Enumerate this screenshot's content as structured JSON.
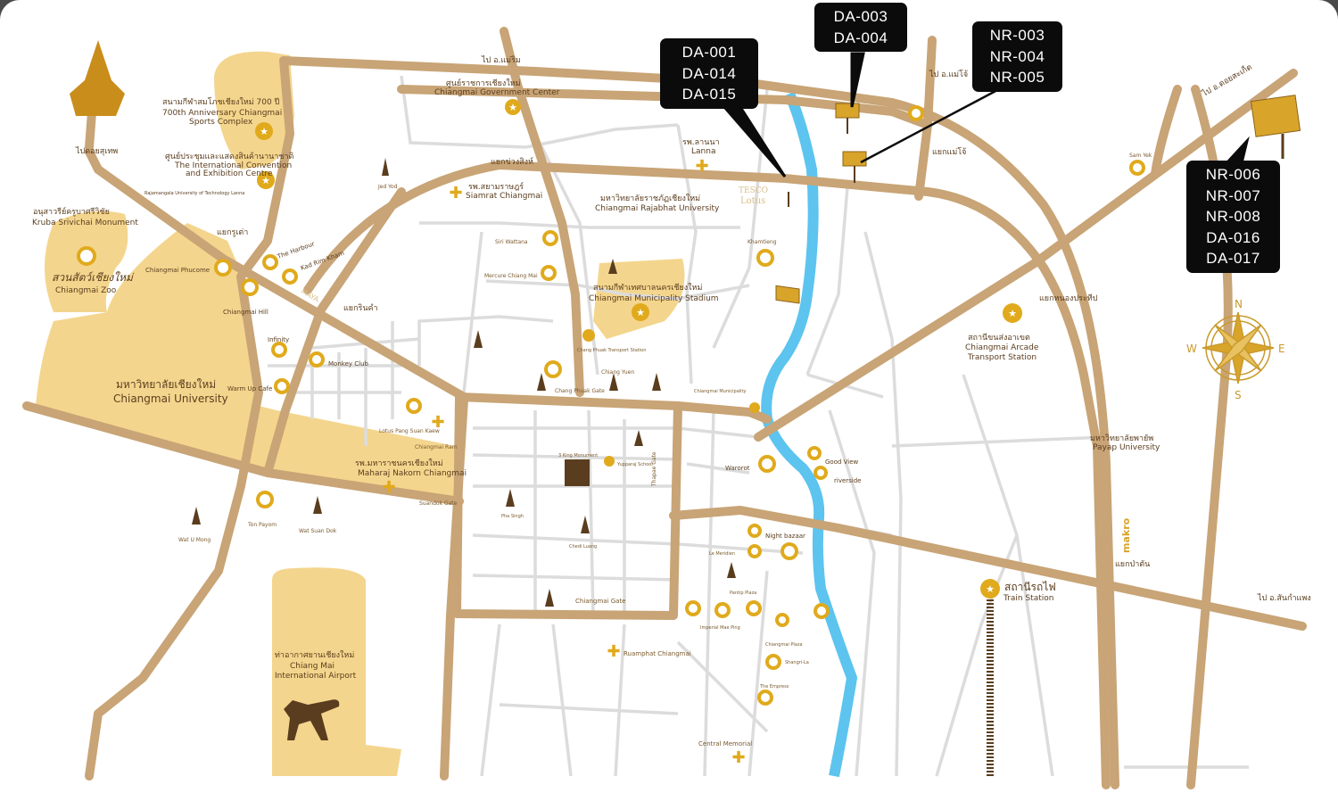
{
  "callouts": [
    {
      "codes": [
        "DA-001",
        "DA-014",
        "DA-015"
      ]
    },
    {
      "codes": [
        "DA-003",
        "DA-004"
      ]
    },
    {
      "codes": [
        "NR-003",
        "NR-004",
        "NR-005"
      ]
    },
    {
      "codes": [
        "NR-006",
        "NR-007",
        "NR-008",
        "DA-016",
        "DA-017"
      ]
    }
  ],
  "compass": {
    "n": "N",
    "s": "S",
    "e": "E",
    "w": "W"
  },
  "directions": {
    "doi_suthep": "ไปดอยสุเทพ",
    "mae_rim": "ไป อ.แม่ริม",
    "mae_jo": "ไป อ.แม่โจ้",
    "doi_saket": "ไป อ.ดอยสะเก็ด",
    "san_kamphaeng": "ไป อ.สันกำแพง"
  },
  "intersections": {
    "rin_kham": "แยกรินคำ",
    "huay_kaew": "แยกรูเต่า",
    "khuang_sing": "แยกข่วงสิงห์",
    "mae_ping": "แยกแม่โจ้",
    "ka_sak": "แยกหนองประทีป",
    "pong_noi": "แยกป่าตัน"
  },
  "places": {
    "kruba": {
      "th": "อนุสาวรีย์ครูบาศรีวิชัย",
      "en": "Kruba Srivichai Monument"
    },
    "zoo": {
      "th": "สวนสัตว์เชียงใหม่",
      "en": "Chiangmai Zoo"
    },
    "cmu": {
      "th": "มหาวิทยาลัยเชียงใหม่",
      "en": "Chiangmai University"
    },
    "sports": {
      "th": "สนามกีฬาสมโภชเชียงใหม่ 700 ปี",
      "en1": "700th Anniversary Chiangmai",
      "en2": "Sports Complex"
    },
    "convention": {
      "th": "ศูนย์ประชุมและแสดงสินค้านานาชาติ",
      "en1": "The International Convention",
      "en2": "and Exhibition Centre"
    },
    "rmutl": {
      "en": "Rajamangala University of Technology Lanna"
    },
    "government": {
      "th": "ศูนย์ราชการเชียงใหม่",
      "en": "Chiangmai Government Center"
    },
    "siamrat": {
      "th": "รพ.สยามราษฎร์",
      "en": "Siamrat Chiangmai"
    },
    "rajabhat": {
      "th": "มหาวิทยาลัยราชภัฏเชียงใหม่",
      "en": "Chiangmai Rajabhat University"
    },
    "lanna": {
      "th": "รพ.ลานนา",
      "en": "Lanna"
    },
    "tesco": {
      "en1": "TESCO",
      "en2": "Lotus"
    },
    "stadium": {
      "th": "สนามกีฬาเทศบาลนครเชียงใหม่",
      "en": "Chiangmai Municipality Stadium"
    },
    "siri": {
      "en": "Siri Wattana"
    },
    "mercure": {
      "en": "Mercure Chiang Mai"
    },
    "khamtieng": {
      "en": "Khamtieng"
    },
    "chang_phuak": {
      "en": "Chang Phuak Gate"
    },
    "chang_phuak_bus": {
      "en": "Chang Phuak Transport Station"
    },
    "chiang_yuen": {
      "en": "Chiang Yuen"
    },
    "harbour": {
      "en": "The Harbour"
    },
    "kad_rim_kham": {
      "en": "Kad Rim Kham"
    },
    "phucome": {
      "en": "Chiangmai Phucome"
    },
    "hill": {
      "en": "Chiangmai Hill"
    },
    "infinity": {
      "en": "Infinity"
    },
    "monkey": {
      "en": "Monkey Club"
    },
    "warmup": {
      "en": "Warm Up Cafe"
    },
    "maya": {
      "en": "MAYA"
    },
    "jed_yod": {
      "en": "Jed Yod"
    },
    "lotus_kaew": {
      "en": "Lotus Pang Suan Kaew"
    },
    "cm_ram": {
      "en": "Chiangmai Ram"
    },
    "maharaj": {
      "th": "รพ.มหาราชนครเชียงใหม่",
      "en": "Maharaj Nakorn Chiangmai"
    },
    "suandok_gate": {
      "en": "Suandok Gate"
    },
    "ton_payom": {
      "en": "Ton Payom"
    },
    "wat_suan_dok": {
      "en": "Wat Suan Dok"
    },
    "wat_umong": {
      "en": "Wat U Mong"
    },
    "airport": {
      "th": "ท่าอากาศยานเชียงใหม่",
      "en1": "Chiang Mai",
      "en2": "International Airport"
    },
    "three_kings": {
      "en": "3 King Monument"
    },
    "yupparaj": {
      "en": "Yupparaj School"
    },
    "phra_singh": {
      "en": "Pha Singh"
    },
    "chedi_luang": {
      "en": "Chedi Luang"
    },
    "cm_gate": {
      "en": "Chiangmai Gate"
    },
    "tha_phae": {
      "en": "Thapae Gate"
    },
    "ruamphat": {
      "en": "Ruamphat Chiangmai"
    },
    "municipality": {
      "en": "Chiangmai Municipality"
    },
    "warorot": {
      "en": "Warorot"
    },
    "good_view": {
      "en": "Good View"
    },
    "riverside": {
      "en": "riverside"
    },
    "night_bazaar": {
      "en": "Night bazaar"
    },
    "le_meridien": {
      "en": "Le Meridien"
    },
    "pantip": {
      "en": "Pantip Plaza"
    },
    "imperial": {
      "en": "Imperial Mae Ping"
    },
    "cm_plaza": {
      "en": "Chiangmai Plaza"
    },
    "shangrila": {
      "en": "Shangri-La"
    },
    "empress": {
      "en": "The Empress"
    },
    "central_memorial": {
      "en": "Central Memorial"
    },
    "arcade": {
      "th": "สถานีขนส่งอาเขต",
      "en1": "Chiangmai Arcade",
      "en2": "Transport Station"
    },
    "payap": {
      "th": "มหาวิทยาลัยพายัพ",
      "en": "Payap University"
    },
    "train": {
      "th": "สถานีรถไฟ",
      "en": "Train Station"
    },
    "sam_yek": {
      "en": "Sam Yek"
    },
    "makro": {
      "en": "makro"
    }
  },
  "colors": {
    "road": "#c8a476",
    "minor_road": "#dcdcdc",
    "area": "#f4d58d",
    "river": "#5cc4ee",
    "gold": "#e0aa1c",
    "text": "#5a3d1e"
  }
}
